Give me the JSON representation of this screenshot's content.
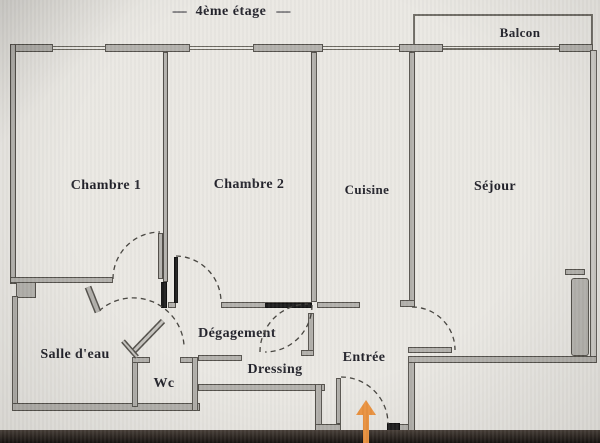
{
  "title": "4ème étage",
  "title_dash": "—",
  "floor_plan": {
    "rooms": {
      "balcon": "Balcon",
      "chambre1": "Chambre 1",
      "chambre2": "Chambre 2",
      "cuisine": "Cuisine",
      "sejour": "Séjour",
      "salle_deau": "Salle d'eau",
      "wc": "Wc",
      "degagement": "Dégagement",
      "dressing": "Dressing",
      "entree": "Entrée"
    },
    "entrance_arrow": {
      "icon": "up-arrow",
      "color": "#ed9440"
    },
    "colors": {
      "background": "#eae8e3",
      "wall_fill": "#b3b1ac",
      "wall_outline": "#55524c",
      "text": "#23232b"
    }
  }
}
